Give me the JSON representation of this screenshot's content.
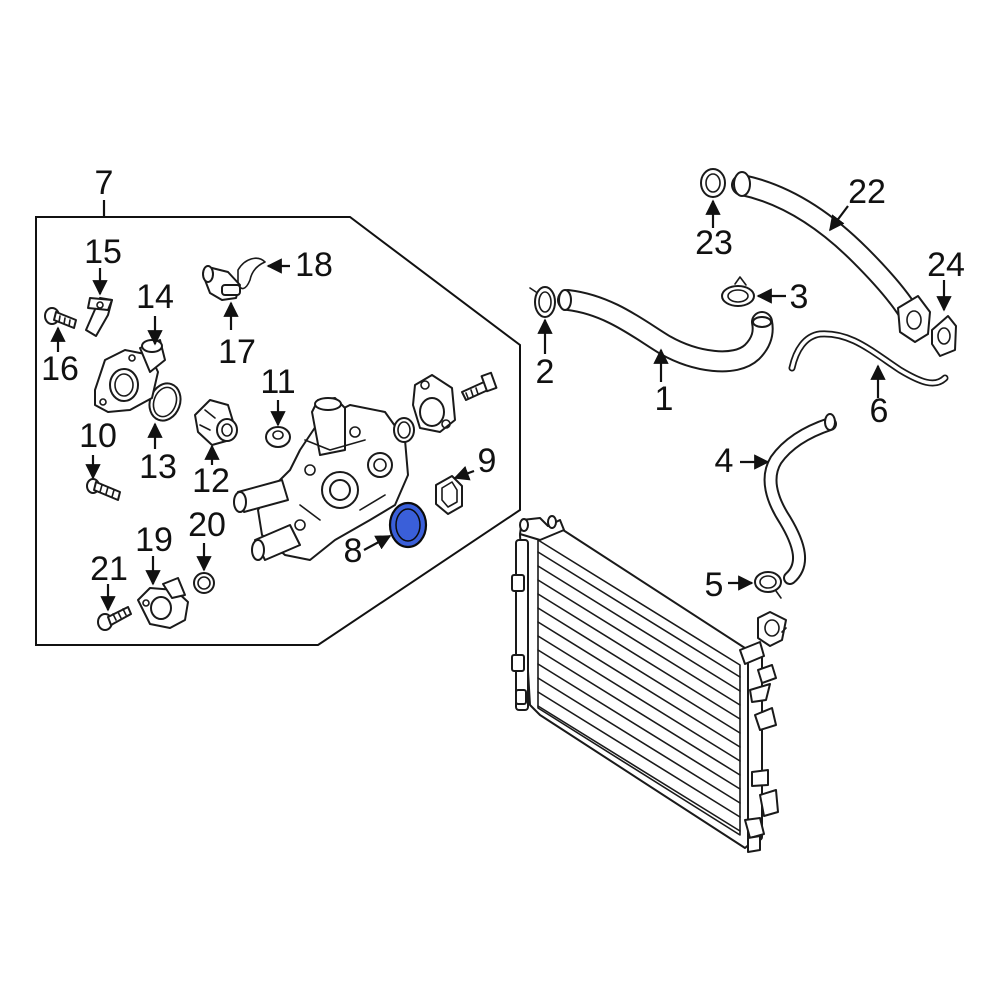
{
  "highlight_color": "#3a5fd9",
  "callouts": [
    {
      "id": "c1",
      "text": "1"
    },
    {
      "id": "c2",
      "text": "2"
    },
    {
      "id": "c3",
      "text": "3"
    },
    {
      "id": "c4",
      "text": "4"
    },
    {
      "id": "c5",
      "text": "5"
    },
    {
      "id": "c6",
      "text": "6"
    },
    {
      "id": "c7",
      "text": "7"
    },
    {
      "id": "c8",
      "text": "8"
    },
    {
      "id": "c9",
      "text": "9"
    },
    {
      "id": "c10",
      "text": "10"
    },
    {
      "id": "c11",
      "text": "11"
    },
    {
      "id": "c12",
      "text": "12"
    },
    {
      "id": "c13",
      "text": "13"
    },
    {
      "id": "c14",
      "text": "14"
    },
    {
      "id": "c15",
      "text": "15"
    },
    {
      "id": "c16",
      "text": "16"
    },
    {
      "id": "c17",
      "text": "17"
    },
    {
      "id": "c18",
      "text": "18"
    },
    {
      "id": "c19",
      "text": "19"
    },
    {
      "id": "c20",
      "text": "20"
    },
    {
      "id": "c21",
      "text": "21"
    },
    {
      "id": "c22",
      "text": "22"
    },
    {
      "id": "c23",
      "text": "23"
    },
    {
      "id": "c24",
      "text": "24"
    }
  ]
}
